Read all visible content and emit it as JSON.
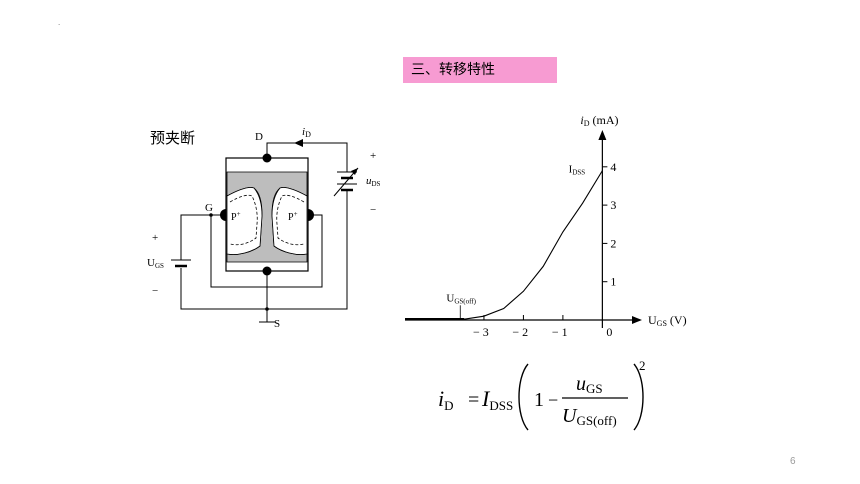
{
  "page": {
    "corner_mark": ".",
    "section_title": "三、转移特性",
    "left_caption": "预夹断",
    "page_number": "6"
  },
  "circuit": {
    "drain_label": "D",
    "gate_label": "G",
    "source_label": "S",
    "current_label_main": "i",
    "current_label_sub": "D",
    "p_region_left": "P",
    "p_region_right": "P",
    "p_sup": "+",
    "uds_main": "u",
    "uds_sub": "DS",
    "ugs_main": "U",
    "ugs_sub": "GS",
    "plus": "+",
    "minus": "−"
  },
  "chart_data": {
    "type": "line",
    "ylabel_main": "i",
    "ylabel_sub": "D",
    "ylabel_unit": "(mA)",
    "xlabel_main": "U",
    "xlabel_sub": "GS",
    "xlabel_unit": "(V)",
    "x_ticks": [
      {
        "value": -3,
        "label": "− 3"
      },
      {
        "value": -2,
        "label": "− 2"
      },
      {
        "value": -1,
        "label": "− 1"
      },
      {
        "value": 0,
        "label": "0"
      }
    ],
    "y_ticks": [
      {
        "value": 1,
        "label": "1"
      },
      {
        "value": 2,
        "label": "2"
      },
      {
        "value": 3,
        "label": "3"
      },
      {
        "value": 4,
        "label": "4"
      }
    ],
    "xlim": [
      -5,
      0.7
    ],
    "ylim": [
      0,
      4.7
    ],
    "series": [
      {
        "x": [
          -5.0,
          -4.0,
          -3.5,
          -3.0,
          -2.5,
          -2.0,
          -1.5,
          -1.0,
          -0.5,
          0.0
        ],
        "y": [
          0.0,
          0.0,
          0.02,
          0.1,
          0.3,
          0.75,
          1.4,
          2.3,
          3.05,
          3.9
        ]
      }
    ],
    "annotations": [
      {
        "main": "I",
        "sub": "DSS",
        "x": -0.55,
        "y": 3.9
      },
      {
        "main": "U",
        "sub": "GS(off)",
        "x": -3.8,
        "y": 0.75
      }
    ]
  },
  "formula": {
    "lhs_main": "i",
    "lhs_sub": "D",
    "equals": "=",
    "idss_main": "I",
    "idss_sub": "DSS",
    "one": "1",
    "minus": "−",
    "num_main": "u",
    "num_sub": "GS",
    "den_main": "U",
    "den_sub": "GS(off)",
    "exponent": "2"
  }
}
